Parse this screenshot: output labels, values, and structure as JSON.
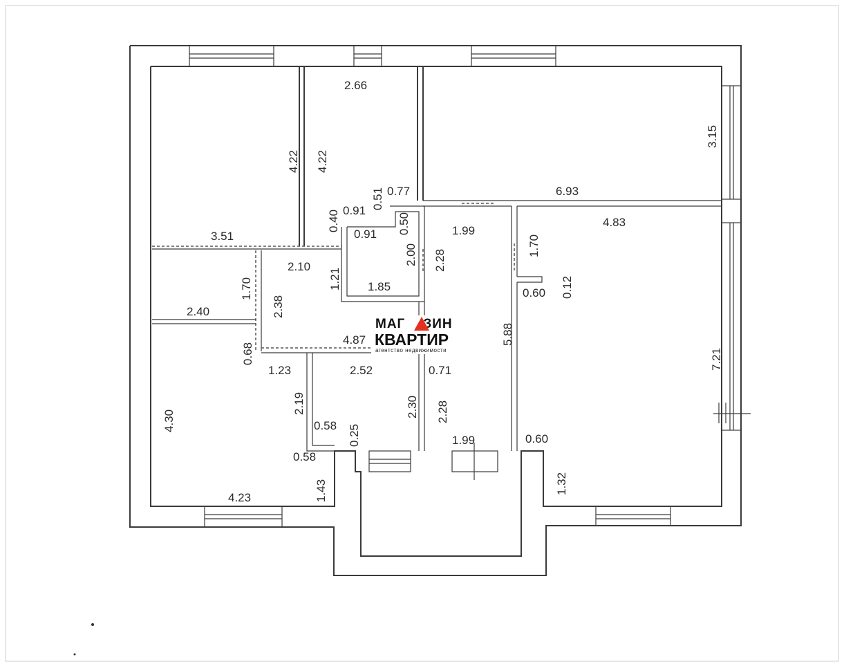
{
  "logo": {
    "line1_a": "МАГ",
    "line1_b": "ЗИН",
    "line2": "КВАРТИР",
    "line3": "агентство недвижимости",
    "accent_color": "#e53020"
  },
  "dimensions": [
    {
      "id": "d1",
      "text": "2.66"
    },
    {
      "id": "d2",
      "text": "4.22"
    },
    {
      "id": "d3",
      "text": "4.22"
    },
    {
      "id": "d4",
      "text": "3.15"
    },
    {
      "id": "d5",
      "text": "0.51"
    },
    {
      "id": "d6",
      "text": "0.77"
    },
    {
      "id": "d7",
      "text": "6.93"
    },
    {
      "id": "d8",
      "text": "0.91"
    },
    {
      "id": "d9",
      "text": "0.40"
    },
    {
      "id": "d10",
      "text": "0.50"
    },
    {
      "id": "d11",
      "text": "1.99"
    },
    {
      "id": "d12",
      "text": "4.83"
    },
    {
      "id": "d13",
      "text": "0.91"
    },
    {
      "id": "d14",
      "text": "3.51"
    },
    {
      "id": "d15",
      "text": "2.00"
    },
    {
      "id": "d16",
      "text": "2.28"
    },
    {
      "id": "d17",
      "text": "1.70"
    },
    {
      "id": "d18",
      "text": "2.10"
    },
    {
      "id": "d19",
      "text": "1.21"
    },
    {
      "id": "d20",
      "text": "0.12"
    },
    {
      "id": "d21",
      "text": "1.70"
    },
    {
      "id": "d22",
      "text": "1.85"
    },
    {
      "id": "d23",
      "text": "0.60"
    },
    {
      "id": "d24",
      "text": "2.38"
    },
    {
      "id": "d25",
      "text": "2.40"
    },
    {
      "id": "d26",
      "text": "5.88"
    },
    {
      "id": "d27",
      "text": "4.87"
    },
    {
      "id": "d28",
      "text": "0.68"
    },
    {
      "id": "d29",
      "text": "7.21"
    },
    {
      "id": "d30",
      "text": "1.23"
    },
    {
      "id": "d31",
      "text": "2.52"
    },
    {
      "id": "d32",
      "text": "0.71"
    },
    {
      "id": "d33",
      "text": "2.19"
    },
    {
      "id": "d34",
      "text": "2.30"
    },
    {
      "id": "d35",
      "text": "2.28"
    },
    {
      "id": "d36",
      "text": "4.30"
    },
    {
      "id": "d37",
      "text": "0.58"
    },
    {
      "id": "d38",
      "text": "0.25"
    },
    {
      "id": "d39",
      "text": "1.99"
    },
    {
      "id": "d40",
      "text": "0.60"
    },
    {
      "id": "d41",
      "text": "0.58"
    },
    {
      "id": "d42",
      "text": "1.43"
    },
    {
      "id": "d43",
      "text": "1.32"
    },
    {
      "id": "d44",
      "text": "4.23"
    }
  ]
}
